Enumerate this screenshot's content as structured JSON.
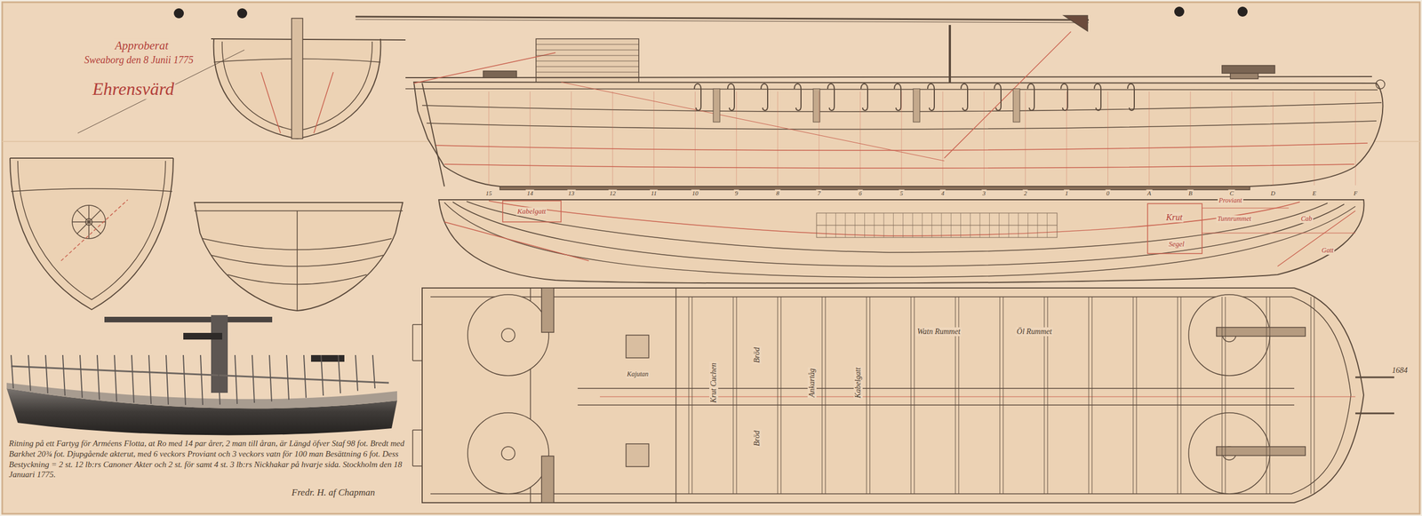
{
  "diagram": {
    "caption": "Ritning på ett Fartyg för Arméens Flotta, at Ro med 14 par årer, 2 man till åran, är Längd öfver Staf 98 fot. Bredt med Barkhet 20¾ fot. Djupgående akterut, med 6 veckors Proviant och 3 veckors vatn för 100 man Besättning 6 fot. Dess Bestyckning = 2 st. 12 lb:rs Canoner Akter och 2 st. för samt 4 st. 3 lb:rs Nickhakar på hvarje sida. Stockholm den 18 Januari 1775.",
    "labels": [
      "Approberat",
      "Sweaborg den 8 Junii 1775",
      "Ehrensvärd",
      "Fredr. H. af Chapman",
      "1684",
      "Kabelgatt",
      "Krut",
      "Proviant",
      "Tunnrummet",
      "Segel",
      "Cab",
      "Gatt",
      "Kajutan",
      "Krut Cuchen",
      "Bröd",
      "Bröd",
      "Ankartåg",
      "Kabelgatt",
      "Watn Rummet",
      "Öl Rummet",
      "15",
      "14",
      "13",
      "12",
      "11",
      "10",
      "9",
      "8",
      "7",
      "6",
      "5",
      "4",
      "3",
      "2",
      "1",
      "0",
      "A",
      "B",
      "C",
      "D",
      "E",
      "F"
    ]
  }
}
